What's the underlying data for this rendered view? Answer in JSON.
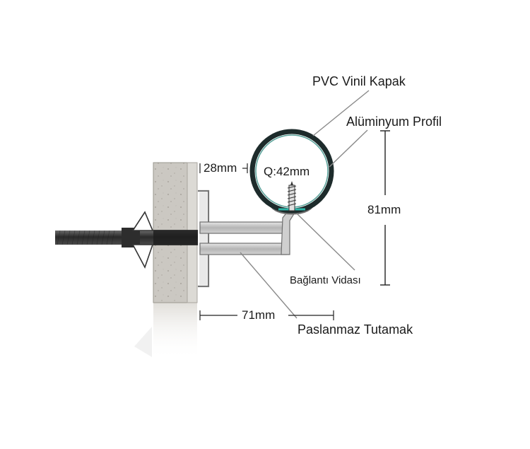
{
  "labels": {
    "pvc_cover": "PVC Vinil Kapak",
    "aluminum_profile": "Alüminyum Profil",
    "diameter": "Q:42mm",
    "wall_gap": "28mm",
    "height": "81mm",
    "length": "71mm",
    "screw": "Bağlantı Vidası",
    "bracket": "Paslanmaz Tutamak"
  },
  "colors": {
    "wall": "#c9c6c0",
    "plate": "#d6d6d6",
    "pvc": "#1d2b2b",
    "profile_accent": "#2fb6a8",
    "rod": "#3a3a3a",
    "bracket": "#bfbfbf",
    "leader": "#8a8a8a"
  }
}
